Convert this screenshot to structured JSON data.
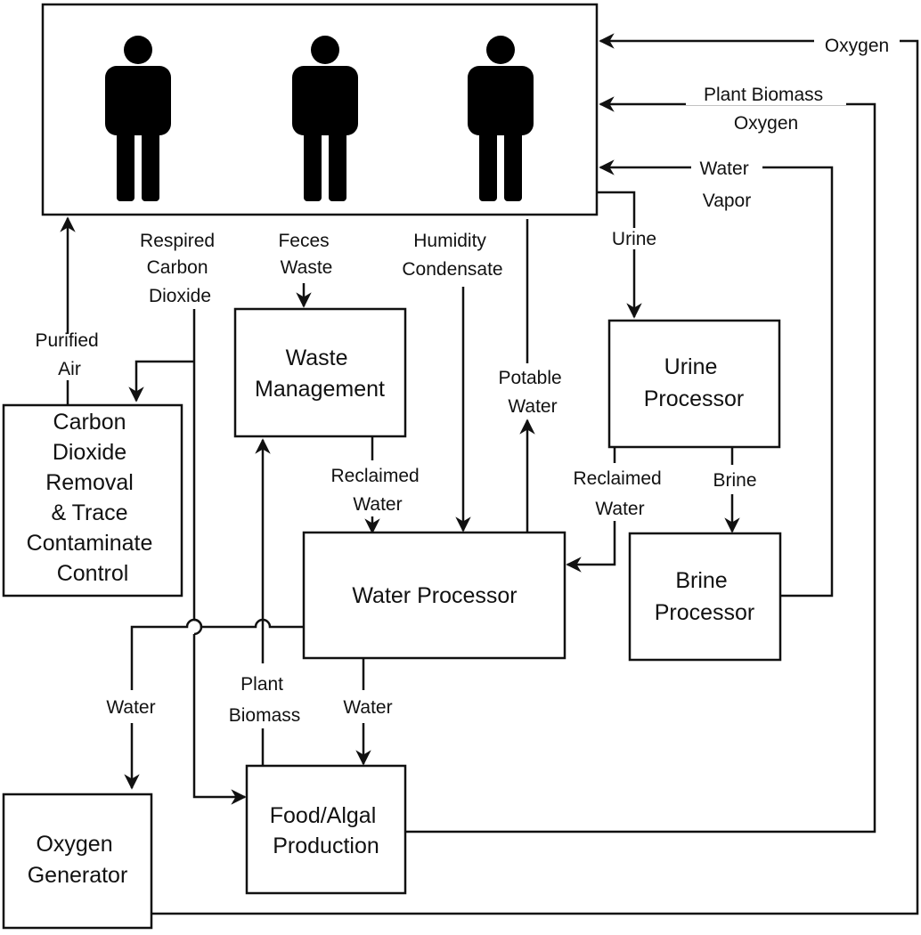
{
  "boxes": {
    "co2_removal": [
      "Carbon",
      "Dioxide",
      "Removal",
      "& Trace",
      "Contaminate",
      "Control"
    ],
    "waste_management": [
      "Waste",
      "Management"
    ],
    "urine_processor": [
      "Urine",
      "Processor"
    ],
    "water_processor": [
      "Water Processor"
    ],
    "brine_processor": [
      "Brine",
      "Processor"
    ],
    "oxygen_generator": [
      "Oxygen",
      "Generator"
    ],
    "food_algal": [
      "Food/Algal",
      "Production"
    ]
  },
  "flows": {
    "oxygen": "Oxygen",
    "plant_biomass_oxygen": [
      "Plant Biomass",
      "Oxygen"
    ],
    "water_vapor": [
      "Water",
      "Vapor"
    ],
    "urine": "Urine",
    "respired_co2": [
      "Respired",
      "Carbon",
      "Dioxide"
    ],
    "feces_waste": [
      "Feces",
      "Waste"
    ],
    "humidity_condensate": [
      "Humidity",
      "Condensate"
    ],
    "purified_air": [
      "Purified",
      "Air"
    ],
    "potable_water": [
      "Potable",
      "Water"
    ],
    "reclaimed_water_waste": [
      "Reclaimed",
      "Water"
    ],
    "reclaimed_water_urine": [
      "Reclaimed",
      "Water"
    ],
    "brine": "Brine",
    "water_to_oxygen": "Water",
    "plant_biomass": [
      "Plant",
      "Biomass"
    ],
    "water_to_food": "Water"
  },
  "crew": {
    "count": 3
  },
  "colors": {
    "line": "#111111",
    "background": "#ffffff"
  }
}
